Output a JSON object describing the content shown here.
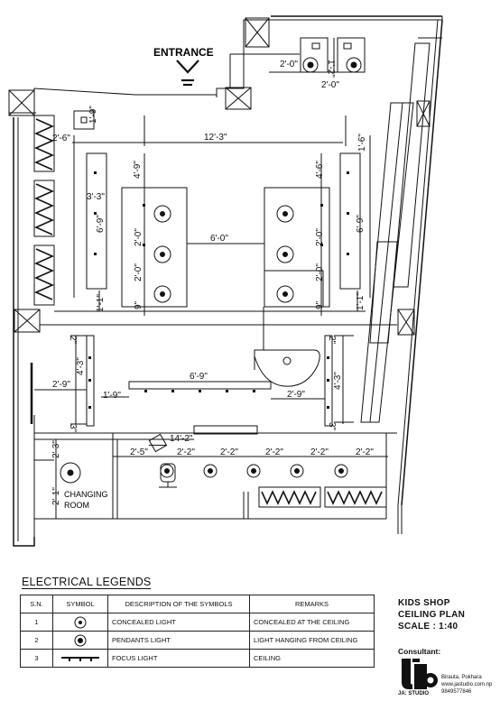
{
  "plan": {
    "entrance_label": "ENTRANCE",
    "changing_room_line1": "CHANGING",
    "changing_room_line2": "ROOM",
    "dims": {
      "d_2_0_top": "2'-0\"",
      "d_1_2_top": "1'-2\"",
      "d_2_0_top_b": "2'-0\"",
      "d_2_6": "2'-6\"",
      "d_1_9_tl": "1'-9\"",
      "d_12_3": "12'-3\"",
      "d_1_6": "1'-6\"",
      "d_4_9": "4'-9\"",
      "d_4_6": "4'-6\"",
      "d_3_3": "3'-3\"",
      "d_6_9_l": "6'-9\"",
      "d_6_9_r": "6'-9\"",
      "d_6_0": "6'-0\"",
      "d_2_0_a": "2'-0\"",
      "d_2_0_b": "2'-0\"",
      "d_2_0_c": "2'-0\"",
      "d_2_0_d": "2'-0\"",
      "d_9_l": "9\"",
      "d_9_r": "9\"",
      "d_1_1_l": "1'-1\"",
      "d_1_1_r": "1'-1\"",
      "d_2_l": "2\"",
      "d_2_r": "2\"",
      "d_4_3_l": "4'-3\"",
      "d_4_3_r": "4'-3\"",
      "d_2_9_l": "2'-9\"",
      "d_6_9_m": "6'-9\"",
      "d_1_9_m": "1'-9\"",
      "d_2_9_r": "2'-9\"",
      "d_3_l": "3\"",
      "d_3_r": "3\"",
      "d_14_2": "14'-2\"",
      "d_2_5": "2'-5\"",
      "d_2_2_a": "2'-2\"",
      "d_2_2_b": "2'-2\"",
      "d_2_2_c": "2'-2\"",
      "d_2_2_d": "2'-2\"",
      "d_2_2_e": "2'-2\"",
      "d_2_3": "2'-3\"",
      "d_2_1": "2'-1\""
    }
  },
  "legend": {
    "title": "ELECTRICAL LEGENDS",
    "headers": {
      "sn": "S.N.",
      "symbol": "SYMBOL",
      "description": "DESCRIPTION OF THE SYMBOLS",
      "remarks": "REMARKS"
    },
    "rows": [
      {
        "sn": "1",
        "symbol": "concealed-light-icon",
        "description": "CONCEALED LIGHT",
        "remarks": "CONCEALED AT THE CEILING"
      },
      {
        "sn": "2",
        "symbol": "pendant-light-icon",
        "description": "PENDANTS LIGHT",
        "remarks": "LIGHT HANGING FROM CEILING"
      },
      {
        "sn": "3",
        "symbol": "focus-light-icon",
        "description": "FOCUS LIGHT",
        "remarks": "CEILING"
      }
    ]
  },
  "title_block": {
    "line1": "KIDS SHOP",
    "line2": "CEILING PLAN",
    "line3": "SCALE : 1:40",
    "consultant_label": "Consultant:",
    "logo_caption": "JA: STUDIO",
    "address": "Birauta, Pokhara",
    "website": "www.jastudio.com.np",
    "phone": "9849577846"
  }
}
